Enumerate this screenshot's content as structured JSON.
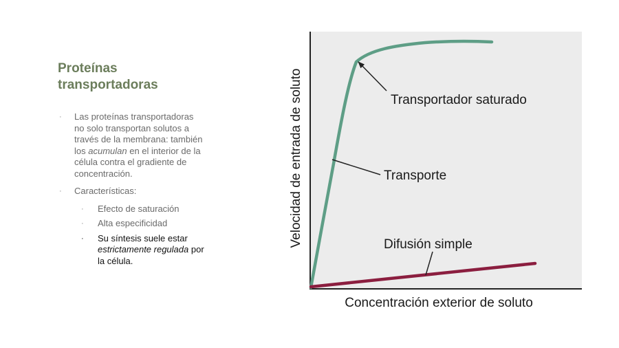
{
  "slide": {
    "title_lines": [
      "Proteínas",
      "transportadoras"
    ],
    "bullet1": {
      "lines_before": [
        "Las proteínas transportadoras",
        "no solo transportan solutos a",
        "través de la membrana: también"
      ],
      "prefix": "los ",
      "emphasis": "acumulan",
      "suffix": " en el interior de la",
      "lines_after": [
        "célula contra el gradiente de",
        "concentración."
      ]
    },
    "bullet2": "Características:",
    "sub_items": [
      "Efecto de saturación",
      "Alta especificidad"
    ],
    "sub_item3": {
      "line1": "Su síntesis suele estar",
      "emphasis": "estrictamente regulada",
      "rest": " por",
      "line3": "la célula."
    },
    "bullet_glyph": "·"
  },
  "diagram": {
    "y_axis_label": "Velocidad de entrada de soluto",
    "x_axis_label": "Concentración exterior de soluto",
    "label_saturado": "Transportador saturado",
    "label_transporte": "Transporte",
    "label_difusion": "Difusión simple",
    "colors": {
      "transport_curve": "#5e9e86",
      "diffusion_line": "#8b1e3f",
      "plot_bg": "#ececec",
      "axis": "#222222"
    }
  }
}
